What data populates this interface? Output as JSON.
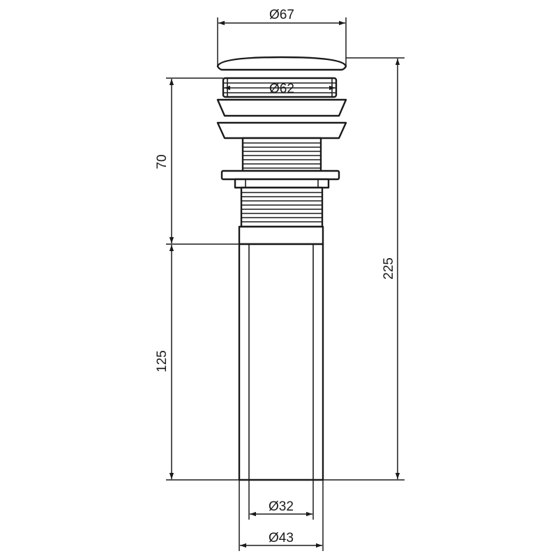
{
  "drawing": {
    "dimensions": {
      "cap_diameter": "Ø67",
      "flange_diameter": "Ø62",
      "upper_height": "70",
      "lower_height": "125",
      "total_height": "225",
      "tube_inner_diameter": "Ø32",
      "tube_outer_diameter": "Ø43"
    },
    "stroke_color": "#1a1a1a",
    "background_color": "#ffffff"
  }
}
